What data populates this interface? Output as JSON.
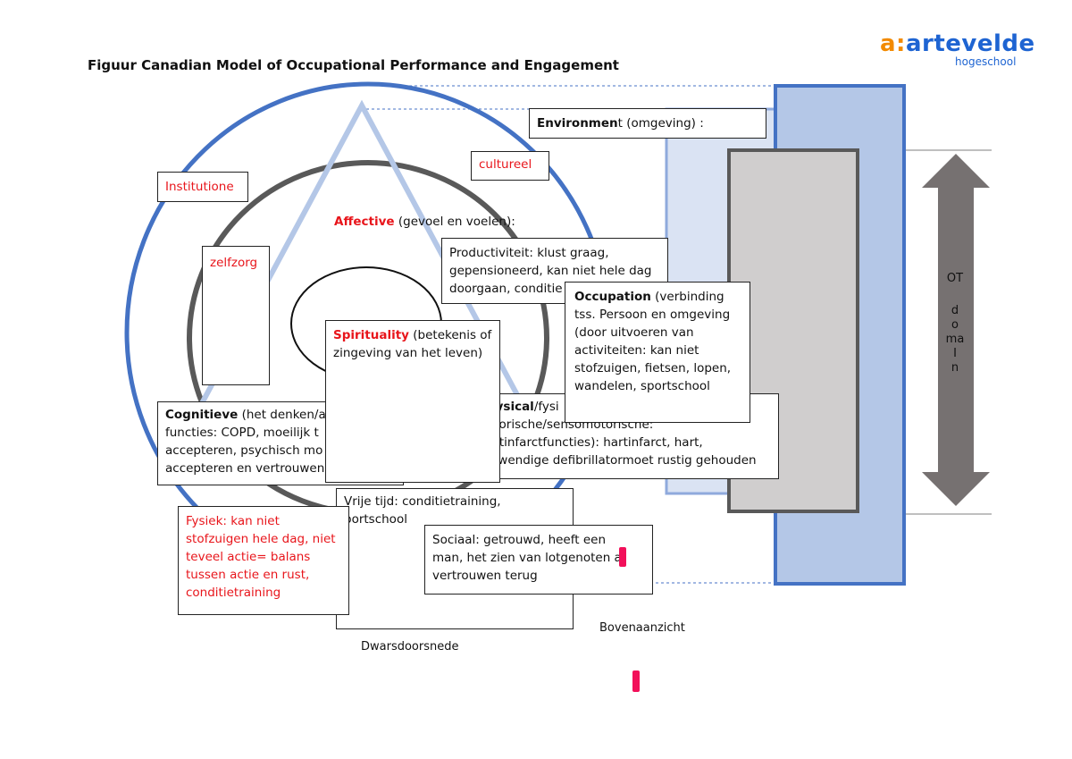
{
  "title": "Figuur Canadian Model of Occupational Performance and Engagement",
  "logo": {
    "mark": "a:",
    "name": "artevelde",
    "sub": "hogeschool"
  },
  "environment": {
    "label_bold": "Environmen",
    "label_rest": "t (omgeving) :"
  },
  "cultureel": "cultureel",
  "institutione": "Institutione",
  "zelfzorg": "zelfzorg",
  "affective": {
    "label_red": "Affective",
    "label_rest": " (gevoel en voelen):"
  },
  "productiviteit": [
    "Productiviteit: klust graag,",
    "gepensioneerd, kan niet hele dag",
    "doorgaan, conditie"
  ],
  "occupation": {
    "label_bold": "Occupation",
    "lines": [
      " (verbinding",
      "tss. Persoon en omgeving",
      "(door uitvoeren van",
      "activiteiten: kan niet",
      "stofzuigen, fietsen, lopen,",
      "wandelen, sportschool"
    ]
  },
  "spirituality": {
    "label_red": "Spirituality",
    "line1_rest": " (betekenis of",
    "line2": "zingeving van het leven)"
  },
  "cognitieve": {
    "label_bold": "Cognitieve",
    "line1_rest": " (het denken/a",
    "lines": [
      "functies: COPD, moeilijk t",
      "accepteren, psychisch mo",
      "accepteren en vertrouwen hebben"
    ]
  },
  "physical": {
    "label_bold": "hysical",
    "line1_rest": "/fysi",
    "lines": [
      "otorische/sensomotorische:",
      "artinfarctfuncties): hartinfarct, hart,",
      "inwendige defibrillatormoet rustig gehouden"
    ]
  },
  "vrije_tijd": [
    "Vrije tijd: conditietraining,",
    "portschool"
  ],
  "sociaal": [
    "Sociaal: getrouwd, heeft een",
    "man, het zien van lotgenoten  af",
    "vertrouwen terug"
  ],
  "fysiek": [
    "Fysiek: kan niet",
    "stofzuigen hele dag, niet",
    "teveel actie= balans",
    "tussen actie en rust,",
    "conditietraining"
  ],
  "ot_domain": {
    "top": "OT",
    "letters": [
      "d",
      "o",
      "ma",
      "I",
      "n"
    ]
  },
  "captions": {
    "dwarsdoorsnede": "Dwarsdoorsnede",
    "bovenaanzicht": "Bovenaanzicht"
  },
  "colors": {
    "blue": "#4472c4",
    "lightblue": "#b4c7e7",
    "paleblue": "#dae3f3",
    "gray": "#595959",
    "lightgray": "#d0cece",
    "red": "#e8151b",
    "pink": "#f2105a",
    "arrow": "#767171"
  }
}
